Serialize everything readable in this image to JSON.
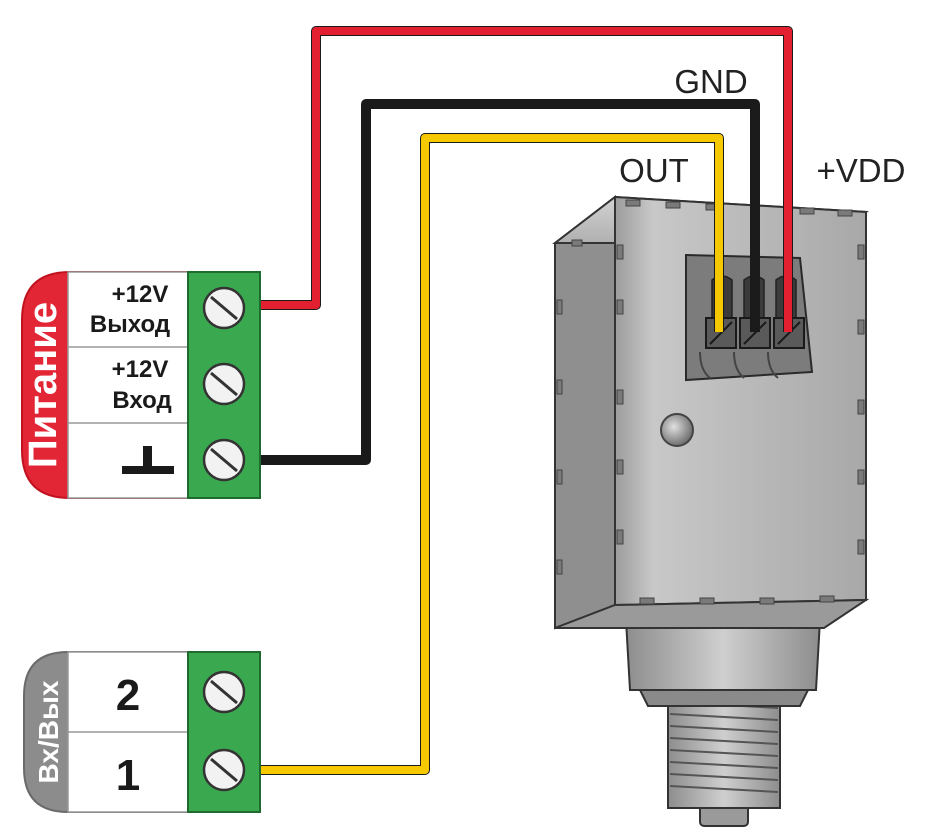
{
  "power_block": {
    "side_label": "Питание",
    "rows": [
      {
        "line1": "+12V",
        "line2": "Выход"
      },
      {
        "line1": "+12V",
        "line2": "Вход"
      },
      {
        "symbol": "ground-symbol"
      }
    ]
  },
  "io_block": {
    "side_label": "Вх/Вых",
    "rows": [
      {
        "number": "2"
      },
      {
        "number": "1"
      }
    ]
  },
  "sensor": {
    "pin_labels": {
      "out": "OUT",
      "gnd": "GND",
      "vdd": "+VDD"
    }
  },
  "colors": {
    "power_block": "#e32636",
    "io_block": "#8c8c8c",
    "terminal_green": "#3aa84f",
    "wire_red": "#e3202f",
    "wire_black": "#1a1a1a",
    "wire_yellow": "#f5c800",
    "sensor_body": "#b7b7b7"
  }
}
